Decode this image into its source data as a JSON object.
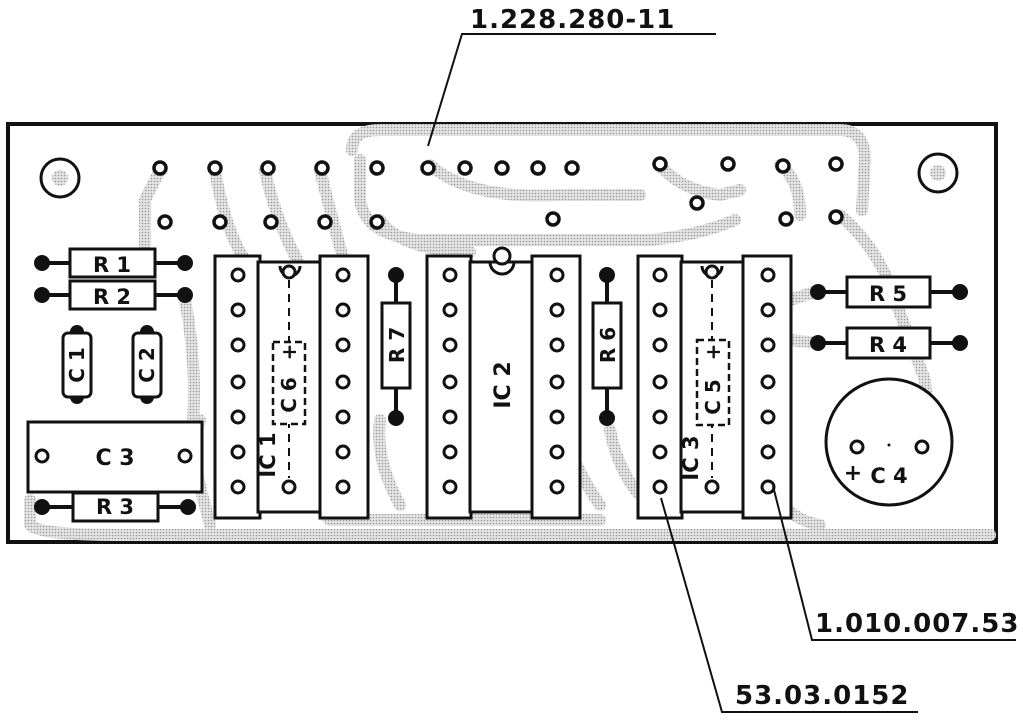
{
  "part_numbers": {
    "top": "1.228.280-11",
    "right": "1.010.007.53",
    "bottom": "53.03.0152"
  },
  "components": {
    "r1": "R 1",
    "r2": "R 2",
    "r3": "R 3",
    "r4": "R 4",
    "r5": "R 5",
    "r6": "R 6",
    "r7": "R 7",
    "c1": "C 1",
    "c2": "C 2",
    "c3": "C 3",
    "c4": "C 4",
    "c5": "C 5",
    "c6": "C 6",
    "ic1": "IC 1",
    "ic2": "IC 2",
    "ic3": "IC 3"
  },
  "polarity": {
    "plus": "+"
  },
  "colors": {
    "ink": "#111111",
    "trace": "#c8c8c8",
    "board": "#ffffff"
  }
}
